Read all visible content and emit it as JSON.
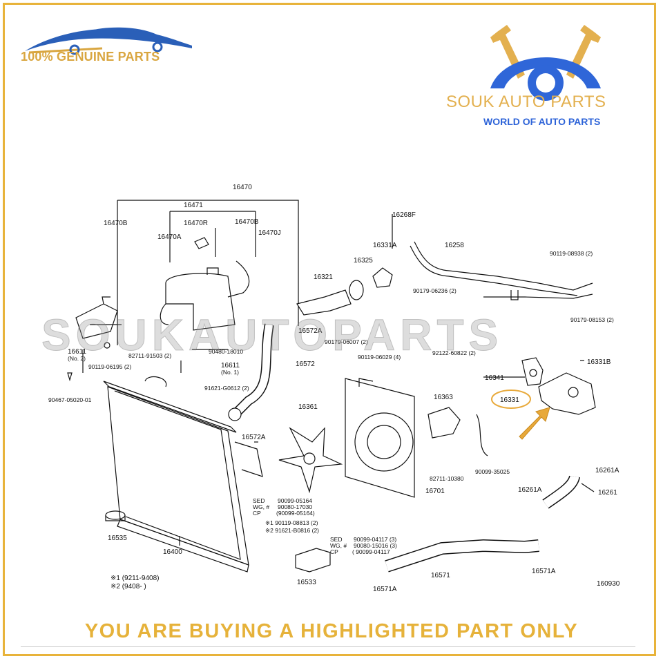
{
  "branding": {
    "genuine_text": "100% GENUINE PARTS",
    "shop_name": "SOUK AUTO PARTS",
    "shop_tagline": "WORLD OF AUTO PARTS",
    "watermark": "SOUKAUTOPARTS",
    "footer_notice": "YOU ARE BUYING A HIGHLIGHTED PART ONLY",
    "colors": {
      "gold": "#e6b23a",
      "blue": "#2d63d8",
      "highlight": "#e8a93a"
    }
  },
  "diagram": {
    "part_labels": [
      "16470",
      "16471",
      "16470B",
      "16470R",
      "16470B",
      "16470J",
      "16470A",
      "16611",
      "(No. 2)",
      "90119-06195 (2)",
      "90467-05020-01",
      "82711-91503 (2)",
      "90480-18010",
      "16611",
      "(No. 1)",
      "91621-G0612 (2)",
      "16321",
      "16325",
      "16331A",
      "16268F",
      "16258",
      "16572A",
      "90179-06007 (2)",
      "90119-06029 (4)",
      "90179-06236 (2)",
      "90119-08938 (2)",
      "90179-08153 (2)",
      "92122-60822 (2)",
      "16331B",
      "16341",
      "16331",
      "16572",
      "16572A",
      "16361",
      "16363",
      "82711-10380",
      "90099-35025",
      "16701",
      "16261A",
      "16261A",
      "16261",
      "16535",
      "16400",
      "16533",
      "16571",
      "16571A",
      "16571A",
      "160930"
    ],
    "notes": [
      "SED",
      "WG, #",
      "CP",
      "90099-05164",
      "90080-17030",
      "(90099-05164)",
      "※1 90119-08813 (2)",
      "※2 91621-B0816 (2)",
      "SED",
      "WG, #",
      "CP",
      "90099-04117 (3)",
      "90080-15016 (3)",
      "( 90099-04117",
      "※1 (9211-9408)",
      "※2 (9408-          )"
    ],
    "highlighted_part": "16331"
  }
}
